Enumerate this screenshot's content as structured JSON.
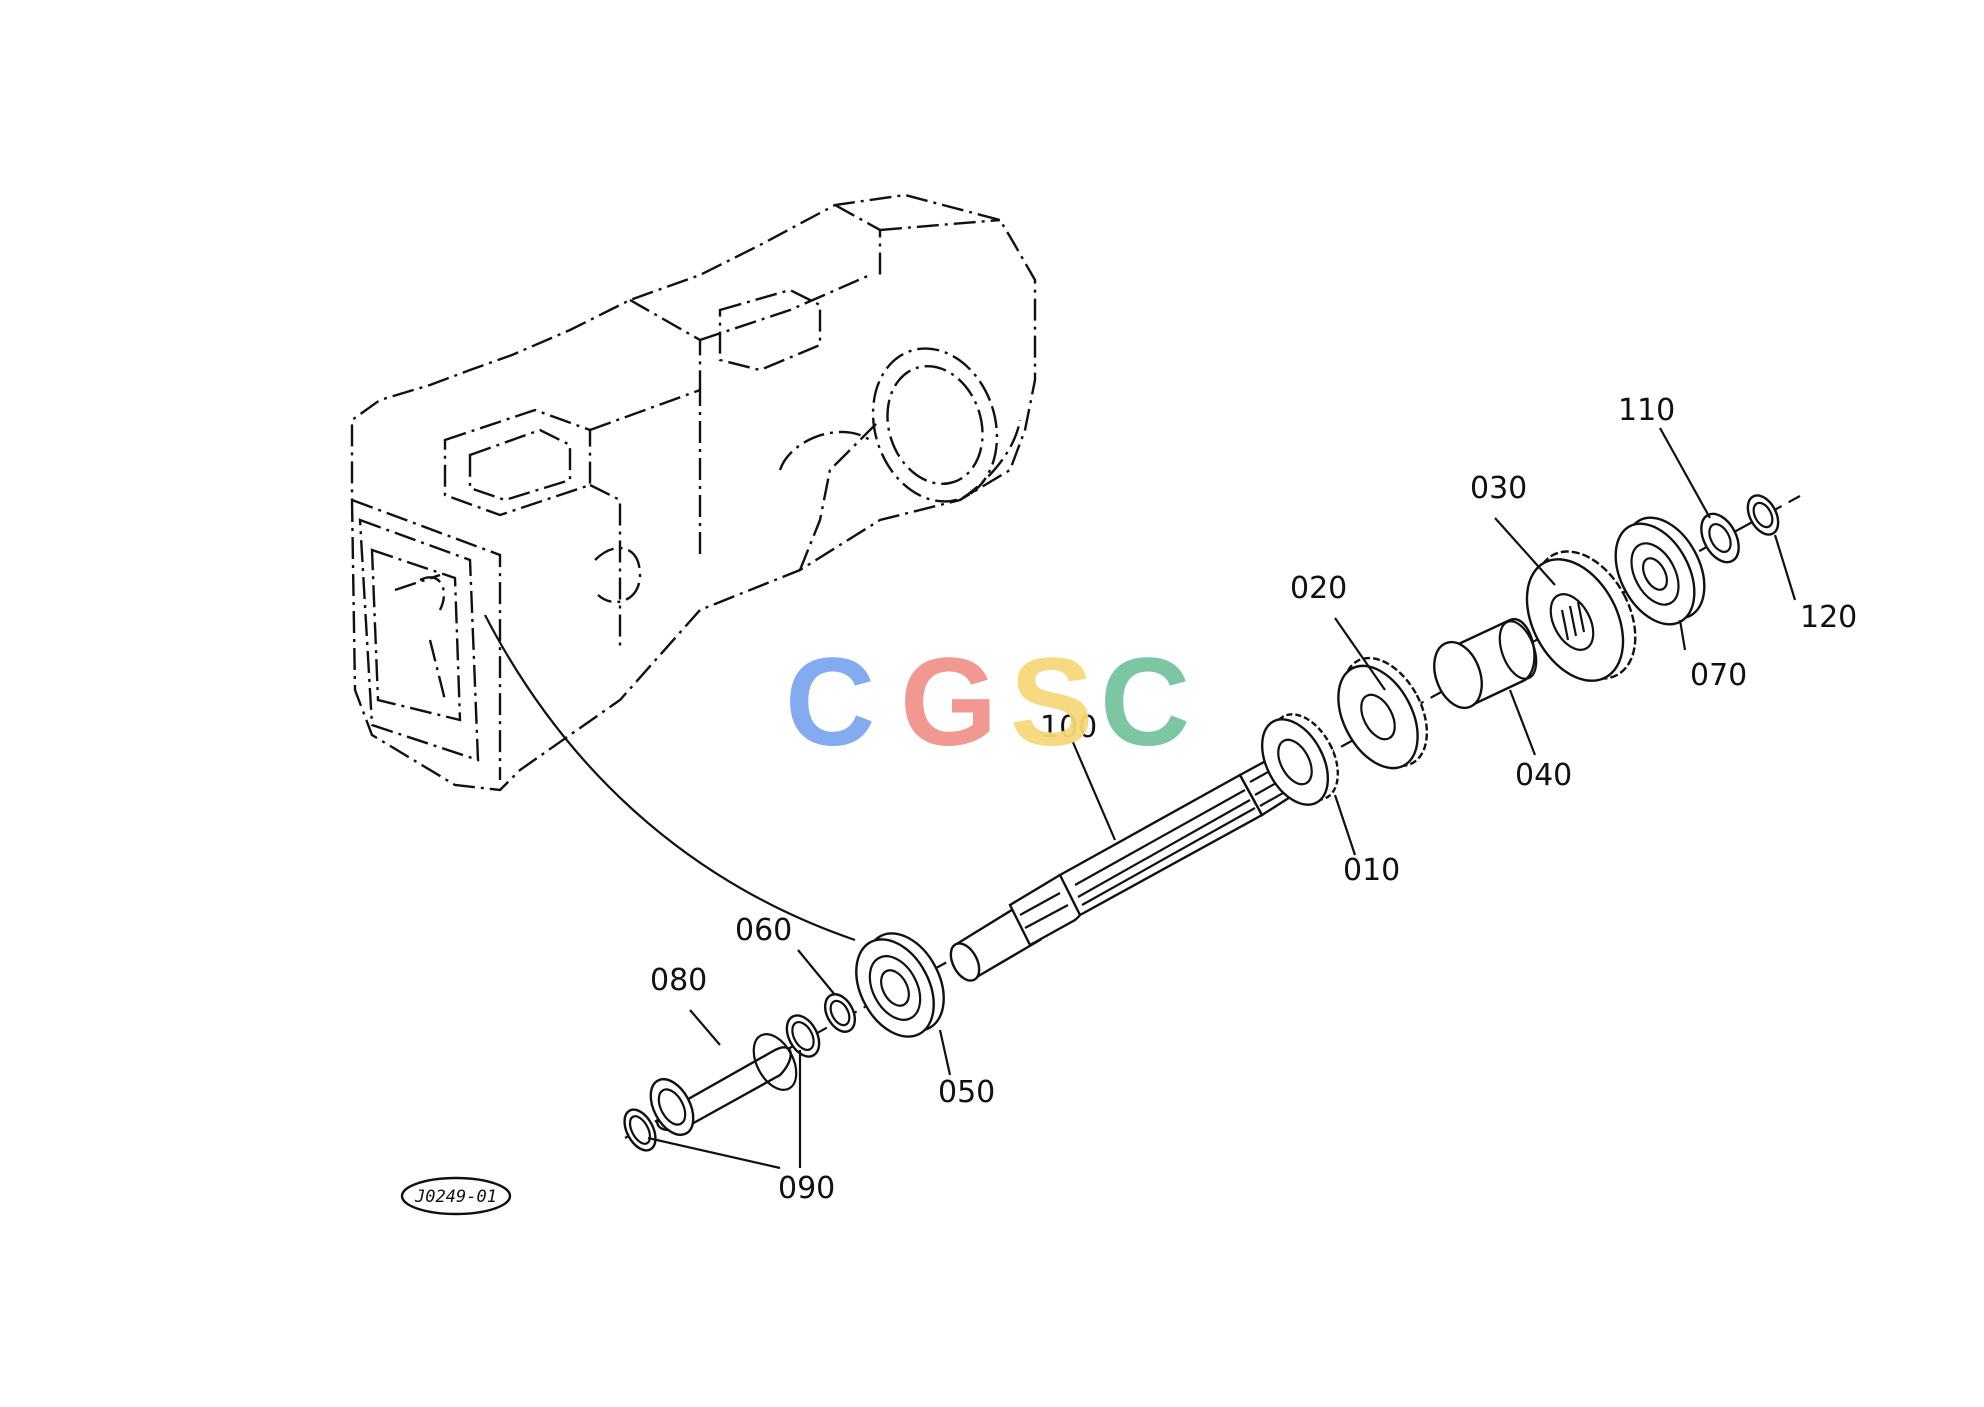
{
  "diagram": {
    "drawing_code": "J0249-01",
    "watermark": {
      "letters": [
        {
          "char": "C",
          "color": "#7ea6f0"
        },
        {
          "char": "G",
          "color": "#f0938c"
        },
        {
          "char": "S",
          "color": "#f6d77a"
        },
        {
          "char": "C",
          "color": "#76c4a0"
        }
      ]
    },
    "part_labels": {
      "p010": "010",
      "p020": "020",
      "p030": "030",
      "p040": "040",
      "p050": "050",
      "p060": "060",
      "p070": "070",
      "p080": "080",
      "p090": "090",
      "p100": "100",
      "p110": "110",
      "p120": "120"
    }
  }
}
